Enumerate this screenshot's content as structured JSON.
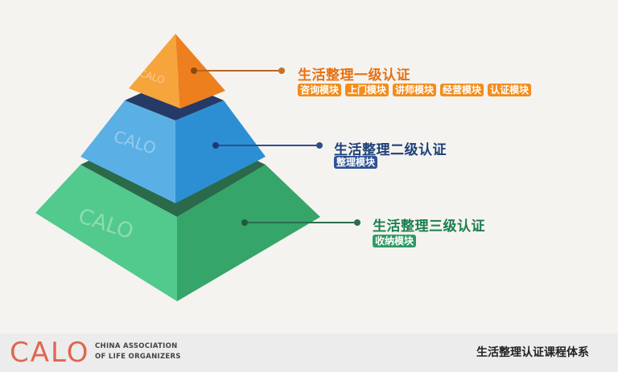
{
  "levels": [
    {
      "title": "生活整理一级认证",
      "watermark": "CALO",
      "tags": [
        "咨询模块",
        "上门模块",
        "讲师模块",
        "经营模块",
        "认证模块"
      ],
      "color": "#f28c1c"
    },
    {
      "title": "生活整理二级认证",
      "watermark": "CALO",
      "tags": [
        "整理模块"
      ],
      "color": "#2f5395"
    },
    {
      "title": "生活整理三级认证",
      "watermark": "CALO",
      "tags": [
        "收纳模块"
      ],
      "color": "#2f9a63"
    }
  ],
  "footer": {
    "logo_word": "CALO",
    "logo_line1": "CHINA ASSOCIATION",
    "logo_line2": "OF LIFE ORGANIZERS",
    "caption": "生活整理认证课程体系"
  }
}
